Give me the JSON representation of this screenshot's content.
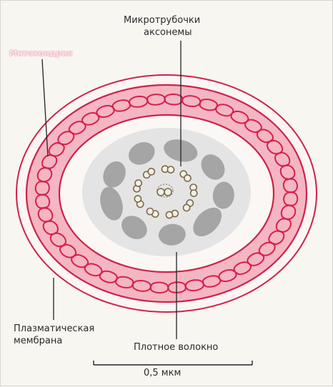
{
  "labels": {
    "microtubules_line1": "Микротрубочки",
    "microtubules_line2": "аксонемы",
    "mitochondrion": "Митохондрия",
    "plasma_membrane_line1": "Плазматическая",
    "plasma_membrane_line2": "мембрана",
    "dense_fiber": "Плотное волокно",
    "scale_bar": "0,5 мкм"
  },
  "colors": {
    "mitochondria_fill": "#f4b6c2",
    "cristae_stroke": "#d81f4a",
    "membrane_stroke": "#cf2148",
    "core_fill": "#e4e4e4",
    "fiber_fill": "#a5a5a5",
    "tubule_stroke": "#7d6a4a"
  }
}
